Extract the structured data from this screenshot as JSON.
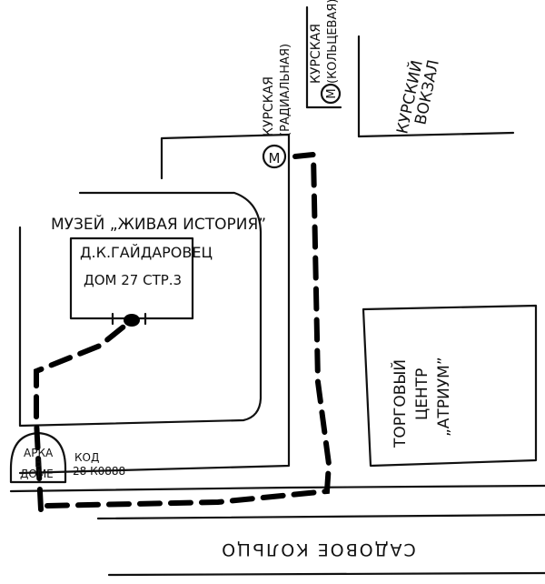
{
  "museum_title": "МУЗЕЙ „ЖИВАЯ ИСТОРИЯ”",
  "building": {
    "line1": "Д.К.ГАЙДАРОВЕЦ",
    "line2": "ДОМ 27 СТР.3"
  },
  "metro_radial": {
    "symbol": "М",
    "line1": "КУРСКАЯ",
    "line2": "(РАДИАЛЬНАЯ)"
  },
  "metro_ring": {
    "symbol": "М",
    "line1": "КУРСКАЯ",
    "line2": "(КОЛЬЦЕВАЯ)"
  },
  "station": {
    "line1": "КУРСКИЙ",
    "line2": "ВОКЗАЛ"
  },
  "mall": {
    "line1": "ТОРГОВЫЙ",
    "line2": "ЦЕНТР",
    "line3": "„АТРИУМ”"
  },
  "arch": {
    "line1": "АРКА",
    "line2": "В",
    "line3": "ДОМЕ"
  },
  "code": {
    "line1": "КОД",
    "line2": "28 К0888"
  },
  "street": "САДОВОЕ КОЛЬЦО"
}
